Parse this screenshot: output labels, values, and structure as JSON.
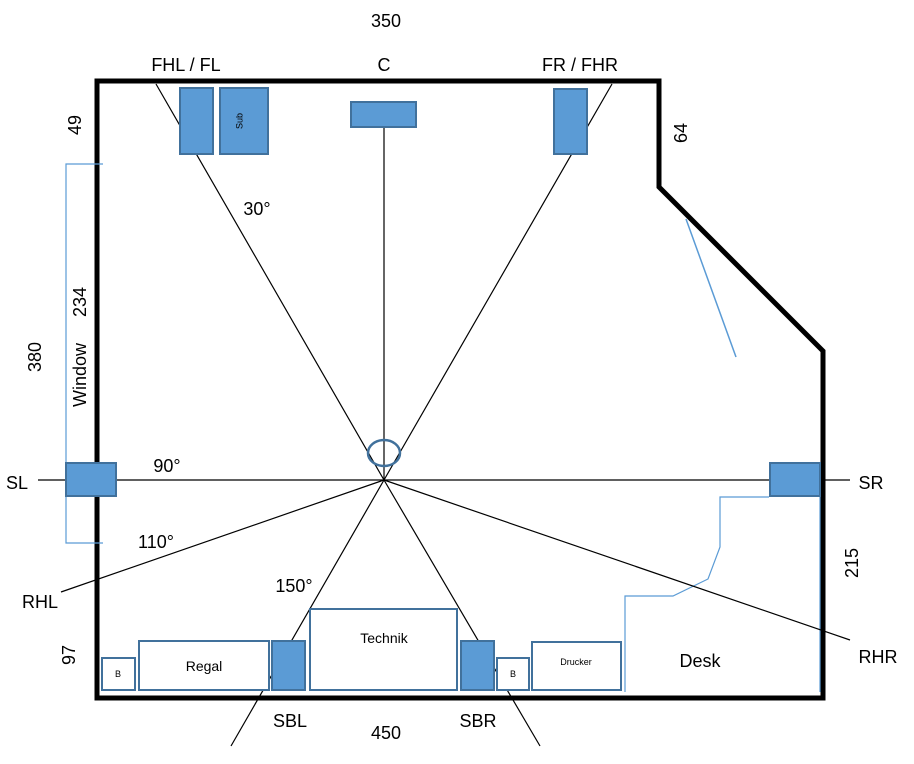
{
  "colors": {
    "wall": "#000000",
    "speaker_fill": "#5b9bd5",
    "speaker_stroke": "#41719c",
    "window_line": "#5b9bd5",
    "guide_line": "#000000"
  },
  "dimensions": {
    "top_width": "350",
    "bottom_width": "450",
    "left_top": "49",
    "left_total": "380",
    "window_len": "234",
    "left_bottom": "97",
    "right_diag": "64",
    "right_lower": "215"
  },
  "speakers": {
    "fhl_fl": "FHL / FL",
    "center": "C",
    "fr_fhr": "FR / FHR",
    "sl": "SL",
    "sr": "SR",
    "rhl": "RHL",
    "rhr": "RHR",
    "sbl": "SBL",
    "sbr": "SBR"
  },
  "angles": {
    "a30": "30°",
    "a90": "90°",
    "a110": "110°",
    "a150": "150°"
  },
  "furniture": {
    "sub": "Sub",
    "regal": "Regal",
    "technik": "Technik",
    "drucker": "Drucker",
    "desk": "Desk",
    "b_left": "B",
    "b_right": "B"
  },
  "window_label": "Window"
}
